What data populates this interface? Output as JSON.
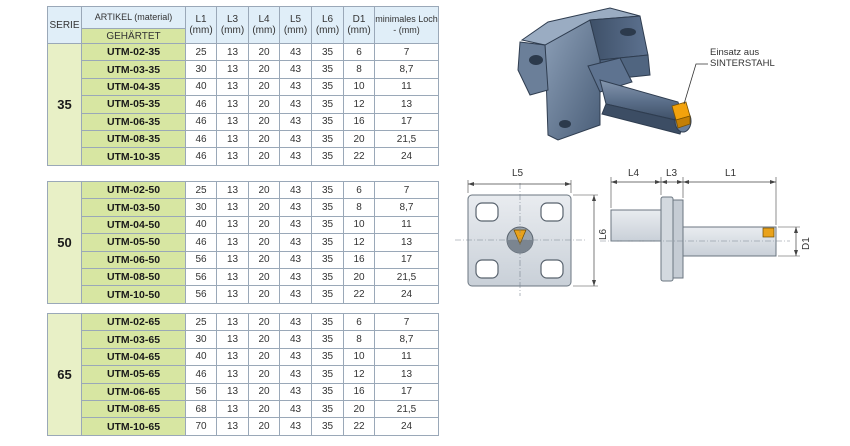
{
  "header": {
    "serie": "SERIE",
    "artikel": "ARTIKEL (material)",
    "gehaertet": "GEHÄRTET",
    "l1": "L1 (mm)",
    "l3": "L3 (mm)",
    "l4": "L4 (mm)",
    "l5": "L5 (mm)",
    "l6": "L6 (mm)",
    "d1": "D1 (mm)",
    "loch": "minimales Loch - (mm)"
  },
  "groups": [
    {
      "serie": "35",
      "rows": [
        {
          "art": "UTM-02-35",
          "l1": "25",
          "l3": "13",
          "l4": "20",
          "l5": "43",
          "l6": "35",
          "d1": "6",
          "loch": "7"
        },
        {
          "art": "UTM-03-35",
          "l1": "30",
          "l3": "13",
          "l4": "20",
          "l5": "43",
          "l6": "35",
          "d1": "8",
          "loch": "8,7"
        },
        {
          "art": "UTM-04-35",
          "l1": "40",
          "l3": "13",
          "l4": "20",
          "l5": "43",
          "l6": "35",
          "d1": "10",
          "loch": "11"
        },
        {
          "art": "UTM-05-35",
          "l1": "46",
          "l3": "13",
          "l4": "20",
          "l5": "43",
          "l6": "35",
          "d1": "12",
          "loch": "13"
        },
        {
          "art": "UTM-06-35",
          "l1": "46",
          "l3": "13",
          "l4": "20",
          "l5": "43",
          "l6": "35",
          "d1": "16",
          "loch": "17"
        },
        {
          "art": "UTM-08-35",
          "l1": "46",
          "l3": "13",
          "l4": "20",
          "l5": "43",
          "l6": "35",
          "d1": "20",
          "loch": "21,5"
        },
        {
          "art": "UTM-10-35",
          "l1": "46",
          "l3": "13",
          "l4": "20",
          "l5": "43",
          "l6": "35",
          "d1": "22",
          "loch": "24"
        }
      ]
    },
    {
      "serie": "50",
      "rows": [
        {
          "art": "UTM-02-50",
          "l1": "25",
          "l3": "13",
          "l4": "20",
          "l5": "43",
          "l6": "35",
          "d1": "6",
          "loch": "7"
        },
        {
          "art": "UTM-03-50",
          "l1": "30",
          "l3": "13",
          "l4": "20",
          "l5": "43",
          "l6": "35",
          "d1": "8",
          "loch": "8,7"
        },
        {
          "art": "UTM-04-50",
          "l1": "40",
          "l3": "13",
          "l4": "20",
          "l5": "43",
          "l6": "35",
          "d1": "10",
          "loch": "11"
        },
        {
          "art": "UTM-05-50",
          "l1": "46",
          "l3": "13",
          "l4": "20",
          "l5": "43",
          "l6": "35",
          "d1": "12",
          "loch": "13"
        },
        {
          "art": "UTM-06-50",
          "l1": "56",
          "l3": "13",
          "l4": "20",
          "l5": "43",
          "l6": "35",
          "d1": "16",
          "loch": "17"
        },
        {
          "art": "UTM-08-50",
          "l1": "56",
          "l3": "13",
          "l4": "20",
          "l5": "43",
          "l6": "35",
          "d1": "20",
          "loch": "21,5"
        },
        {
          "art": "UTM-10-50",
          "l1": "56",
          "l3": "13",
          "l4": "20",
          "l5": "43",
          "l6": "35",
          "d1": "22",
          "loch": "24"
        }
      ]
    },
    {
      "serie": "65",
      "rows": [
        {
          "art": "UTM-02-65",
          "l1": "25",
          "l3": "13",
          "l4": "20",
          "l5": "43",
          "l6": "35",
          "d1": "6",
          "loch": "7"
        },
        {
          "art": "UTM-03-65",
          "l1": "30",
          "l3": "13",
          "l4": "20",
          "l5": "43",
          "l6": "35",
          "d1": "8",
          "loch": "8,7"
        },
        {
          "art": "UTM-04-65",
          "l1": "40",
          "l3": "13",
          "l4": "20",
          "l5": "43",
          "l6": "35",
          "d1": "10",
          "loch": "11"
        },
        {
          "art": "UTM-05-65",
          "l1": "46",
          "l3": "13",
          "l4": "20",
          "l5": "43",
          "l6": "35",
          "d1": "12",
          "loch": "13"
        },
        {
          "art": "UTM-06-65",
          "l1": "56",
          "l3": "13",
          "l4": "20",
          "l5": "43",
          "l6": "35",
          "d1": "16",
          "loch": "17"
        },
        {
          "art": "UTM-08-65",
          "l1": "68",
          "l3": "13",
          "l4": "20",
          "l5": "43",
          "l6": "35",
          "d1": "20",
          "loch": "21,5"
        },
        {
          "art": "UTM-10-65",
          "l1": "70",
          "l3": "13",
          "l4": "20",
          "l5": "43",
          "l6": "35",
          "d1": "22",
          "loch": "24"
        }
      ]
    }
  ],
  "drawing": {
    "insert_label_line1": "Einsatz aus",
    "insert_label_line2": "SINTERSTAHL",
    "dim_l5": "L5",
    "dim_l6": "L6",
    "dim_l4": "L4",
    "dim_l3": "L3",
    "dim_l1": "L1",
    "dim_d1": "D1"
  }
}
